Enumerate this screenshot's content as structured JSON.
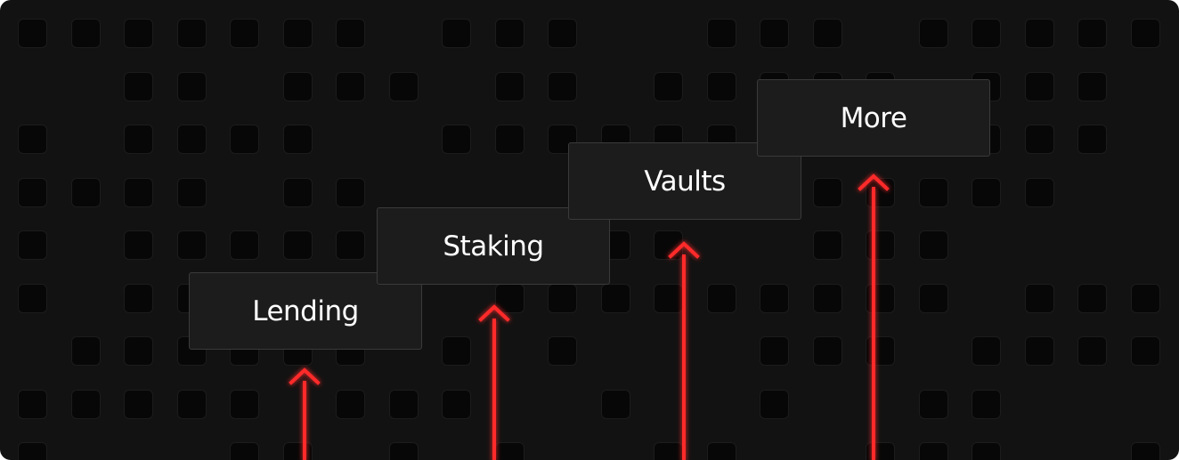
{
  "steps": [
    {
      "label": "Lending"
    },
    {
      "label": "Staking"
    },
    {
      "label": "Vaults"
    },
    {
      "label": "More"
    }
  ],
  "colors": {
    "background": "#121212",
    "tile": "#070707",
    "card": "#1c1c1c",
    "card_border": "#3a3a3a",
    "arrow": "#ff2a2a",
    "text": "#ffffff"
  },
  "icons": [
    "arrow-up-icon"
  ]
}
